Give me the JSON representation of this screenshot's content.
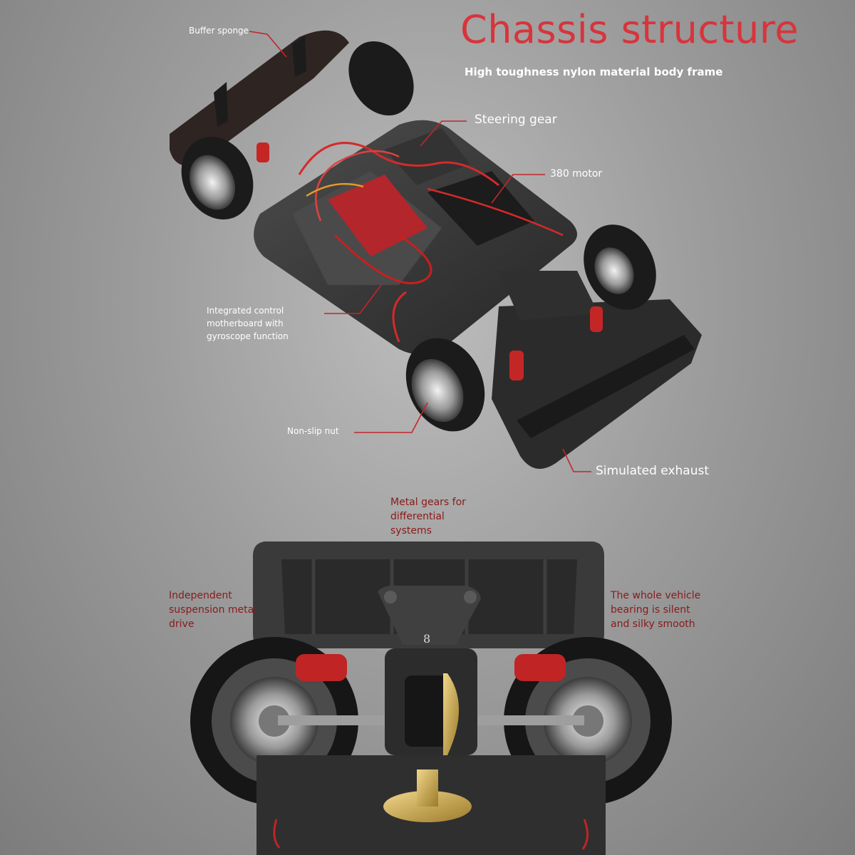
{
  "title": "Chassis structure",
  "subtitle": "High toughness nylon material body frame",
  "top_labels": {
    "buffer_sponge": "Buffer sponge",
    "steering_gear": "Steering gear",
    "motor": "380 motor",
    "motherboard": "Integrated control motherboard with gyroscope function",
    "non_slip_nut": "Non-slip nut",
    "simulated_exhaust": "Simulated exhaust"
  },
  "bottom_labels": {
    "metal_gears": "Metal gears for differential systems",
    "independent_suspension": "Independent suspension metal drive",
    "bearing": "The whole vehicle bearing is silent and silky smooth"
  },
  "part_marking": "8",
  "colors": {
    "title": "#d8343c",
    "callout_line": "#c2262b",
    "bottom_label": "#8a1a1a",
    "background": "#9d9d9d"
  }
}
